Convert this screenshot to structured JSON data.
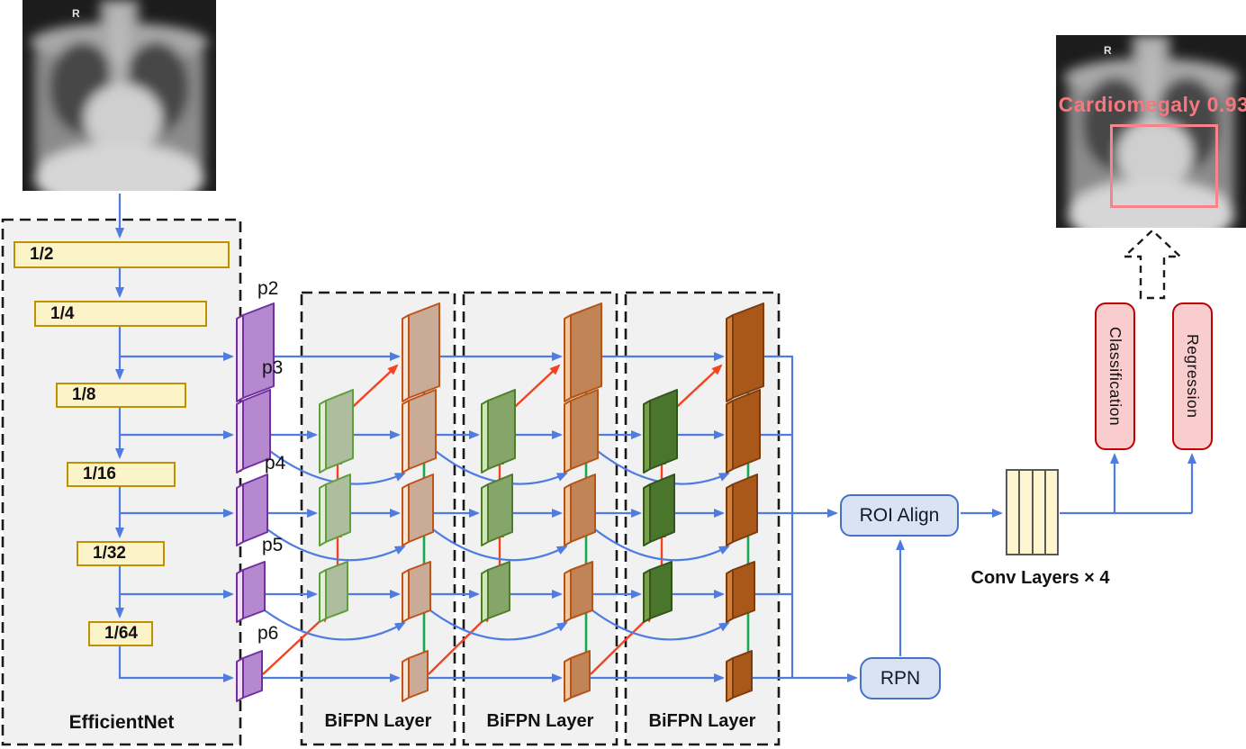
{
  "input_image": {
    "marker": "R"
  },
  "output_image": {
    "marker": "R",
    "detection_label": "Cardiomegaly 0.93"
  },
  "backbone": {
    "title": "EfficientNet",
    "stages": [
      "1/2",
      "1/4",
      "1/8",
      "1/16",
      "1/32",
      "1/64"
    ]
  },
  "pyramid_labels": [
    "p2",
    "p3",
    "p4",
    "p5",
    "p6"
  ],
  "bifpn": {
    "layer_label": "BiFPN Layer",
    "num_layers": 3
  },
  "detector": {
    "roi_align_label": "ROI Align",
    "rpn_label": "RPN",
    "conv_layers_label": "Conv Layers × 4",
    "classification_label": "Classification",
    "regression_label": "Regression"
  },
  "colors": {
    "arrow_blue": "#4f7ce0",
    "arrow_red": "#f44321",
    "arrow_green": "#17a94f",
    "panel_fill": "#f1f1f2",
    "panel_border": "#1a1a1a",
    "stage_fill": "#fdf3c9",
    "stage_border": "#bf9000",
    "purple_slab": {
      "face": "#b588cf",
      "strip": "#f3dcf7",
      "border": "#7030a0"
    },
    "green_slabs": [
      {
        "face": "#adbd9d",
        "strip": "#e2f0d3",
        "border": "#5f9e3f"
      },
      {
        "face": "#85a569",
        "strip": "#cfe6b5",
        "border": "#4f7d2b"
      },
      {
        "face": "#4a762c",
        "strip": "#79a048",
        "border": "#33541d"
      }
    ],
    "orange_slabs": [
      {
        "face": "#c9ab97",
        "strip": "#fce5d2",
        "border": "#c05418"
      },
      {
        "face": "#c18457",
        "strip": "#f7c59b",
        "border": "#b35418"
      },
      {
        "face": "#aa5819",
        "strip": "#cd813d",
        "border": "#7d3c0e"
      }
    ],
    "roi_fill": "#dae3f3",
    "roi_border": "#4472c4",
    "head_fill": "#f9cdcd",
    "head_border": "#c00000",
    "conv_fill": "#fdf6cf",
    "conv_border": "#595959",
    "detection_color": "#f8777f",
    "bbox_color": "#f8838b"
  }
}
